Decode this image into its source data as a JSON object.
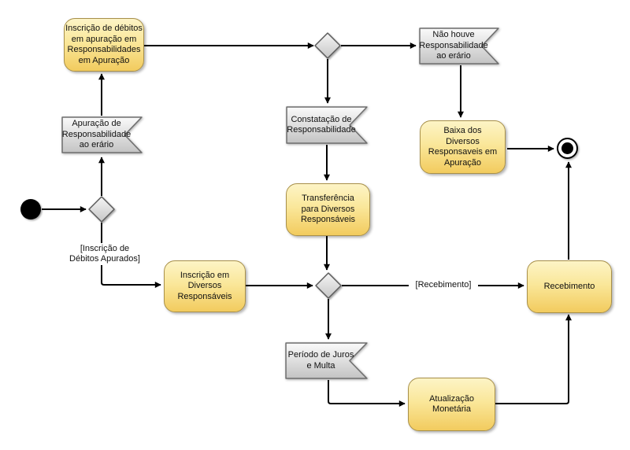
{
  "diagram": {
    "kind": "activity-diagram",
    "colors": {
      "activity_fill_top": "#FDF4C6",
      "activity_fill_bottom": "#F2CB5E",
      "activity_border": "#A8904A",
      "signal_fill_top": "#F9F9F9",
      "signal_fill_bottom": "#C3C3C3",
      "signal_border": "#6E6E6E",
      "decision_fill_top": "#F4F4F4",
      "decision_fill_bottom": "#C9C9C9",
      "edge": "#000000",
      "background": "#FFFFFF"
    },
    "activities": [
      {
        "label": "Inscrição de débitos\nem apuração em\nResponsabilidades\nem Apuração"
      },
      {
        "label": "Baixa dos\nDiversos\nResponsaveis em\nApuração"
      },
      {
        "label": "Transferência\npara Diversos\nResponsáveis"
      },
      {
        "label": "Inscrição em\nDiversos\nResponsáveis"
      },
      {
        "label": "Recebimento"
      },
      {
        "label": "Atualização\nMonetária"
      }
    ],
    "signals": [
      {
        "label": "Apuração de\nResponsabilidade\nao erário"
      },
      {
        "label": "Não houve\nResponsabilidade\nao erário"
      },
      {
        "label": "Constatação de\nResponsabilidade"
      },
      {
        "label": "Período de Juros\ne Multa"
      }
    ],
    "edge_labels": [
      {
        "label": "[Inscrição de\nDébitos Apurados]"
      },
      {
        "label": "[Recebimento]"
      }
    ]
  }
}
